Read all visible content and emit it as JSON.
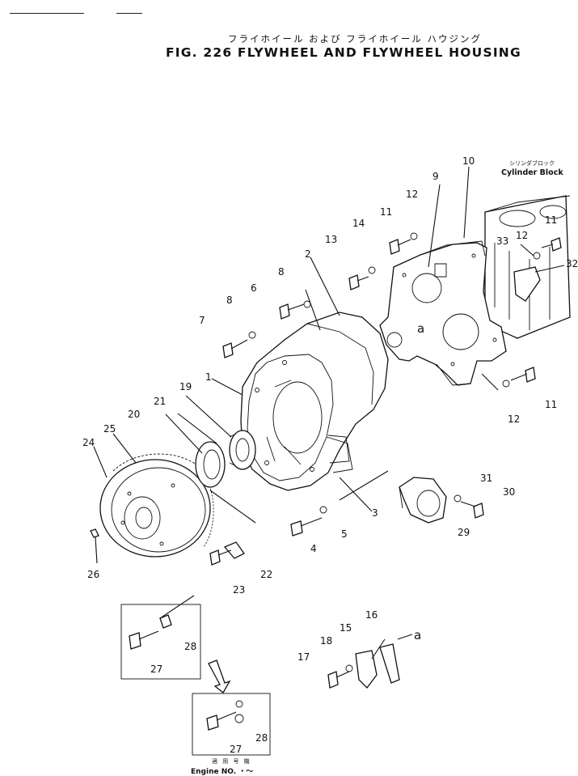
{
  "figure": {
    "title_jp": "フライホイール および フライホイール ハウジング",
    "title_en": "FIG. 226 FLYWHEEL AND FLYWHEEL HOUSING"
  },
  "cylinder_block": {
    "label_jp": "シリンダブロック",
    "label_en": "Cylinder Block"
  },
  "engine_note": {
    "label_jp": "適 用 号 機",
    "label_en": "Engine NO. ・～"
  },
  "callouts": {
    "c1": "1",
    "c2": "2",
    "c3": "3",
    "c4": "4",
    "c5": "5",
    "c6": "6",
    "c7": "7",
    "c8a": "8",
    "c8b": "8",
    "c9": "9",
    "c10": "10",
    "c11a": "11",
    "c11b": "11",
    "c11c": "11",
    "c12a": "12",
    "c12b": "12",
    "c12c": "12",
    "c13": "13",
    "c14": "14",
    "c15": "15",
    "c16": "16",
    "c17": "17",
    "c18": "18",
    "c19": "19",
    "c20": "20",
    "c21": "21",
    "c22": "22",
    "c23": "23",
    "c24": "24",
    "c25": "25",
    "c26": "26",
    "c27a": "27",
    "c27b": "27",
    "c28a": "28",
    "c28b": "28",
    "c29": "29",
    "c30": "30",
    "c31": "31",
    "c32": "32",
    "c33": "33",
    "ref_a1": "a",
    "ref_a2": "a"
  }
}
